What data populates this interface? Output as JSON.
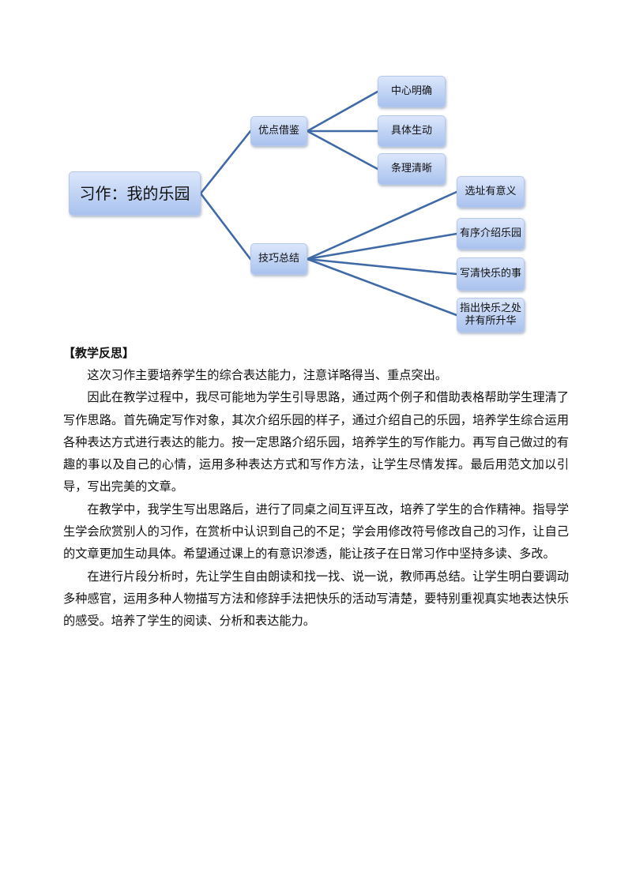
{
  "mindmap": {
    "root": "习作：我的乐园",
    "branches": [
      {
        "label": "优点借鉴",
        "leaves": [
          "中心明确",
          "具体生动",
          "条理清晰"
        ]
      },
      {
        "label": "技巧总结",
        "leaves": [
          "选址有意义",
          "有序介绍乐园",
          "写清快乐的事",
          "指出快乐之处",
          "并有所升华"
        ]
      }
    ]
  },
  "reflection": {
    "heading": "【教学反思】",
    "paragraphs": [
      "这次习作主要培养学生的综合表达能力，注意详略得当、重点突出。",
      "因此在教学过程中，我尽可能地为学生引导思路，通过两个例子和借助表格帮助学生理清了写作思路。首先确定写作对象，其次介绍乐园的样子，通过介绍自己的乐园，培养学生综合运用各种表达方式进行表达的能力。按一定思路介绍乐园，培养学生的写作能力。再写自己做过的有趣的事以及自己的心情，运用多种表达方式和写作方法，让学生尽情发挥。最后用范文加以引导，写出完美的文章。",
      "在教学中，我学生写出思路后，进行了同桌之间互评互改，培养了学生的合作精神。指导学生学会欣赏别人的习作，在赏析中认识到自己的不足；学会用修改符号修改自己的习作，让自己的文章更加生动具体。希望通过课上的有意识渗透，能让孩子在日常习作中坚持多读、多改。",
      "在进行片段分析时，先让学生自由朗读和找一找、说一说，教师再总结。让学生明白要调动多种感官，运用多种人物描写方法和修辞手法把快乐的活动写清楚，要特别重视真实地表达快乐的感受。培养了学生的阅读、分析和表达能力。"
    ]
  },
  "colors": {
    "connector": "#3f6aa6",
    "node_top": "#dbe6fb",
    "node_bottom": "#a9c2ee"
  }
}
